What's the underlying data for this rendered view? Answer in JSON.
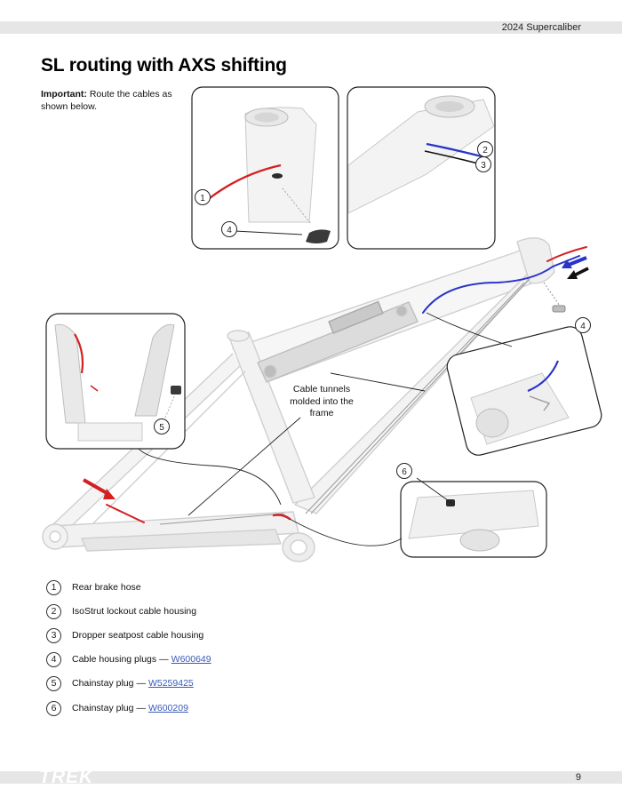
{
  "header": {
    "doc_title": "2024 Supercaliber"
  },
  "page": {
    "title": "SL routing with AXS shifting",
    "intro_bold": "Important:",
    "intro_text": " Route the cables as shown below.",
    "callout": "Cable tunnels molded into the frame"
  },
  "callout_numbers": [
    "1",
    "2",
    "3",
    "4",
    "4",
    "5",
    "6"
  ],
  "legend": [
    {
      "num": "1",
      "label": "Rear brake hose",
      "part": ""
    },
    {
      "num": "2",
      "label": "IsoStrut lockout cable housing",
      "part": ""
    },
    {
      "num": "3",
      "label": "Dropper seatpost cable housing",
      "part": ""
    },
    {
      "num": "4",
      "label": "Cable housing plugs",
      "part": "W600649"
    },
    {
      "num": "5",
      "label": "Chainstay plug",
      "part": "W5259425"
    },
    {
      "num": "6",
      "label": "Chainstay plug",
      "part": "W600209"
    }
  ],
  "dash": "—",
  "footer": {
    "brand": "TREK",
    "page_number": "9"
  },
  "colors": {
    "brake_hose": "#d42020",
    "shift_housing": "#2a34c8",
    "link": "#3a5bb8",
    "frame_line": "#c9c9c9"
  }
}
